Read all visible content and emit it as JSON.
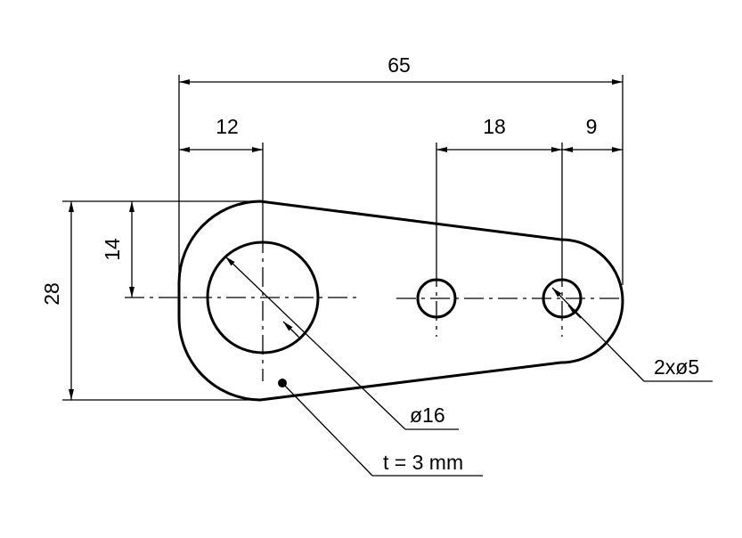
{
  "dimensions": {
    "overall_length": "65",
    "big_hole_offset": "12",
    "hole_spacing": "18",
    "end_offset": "9",
    "overall_height": "28",
    "center_height": "14"
  },
  "callouts": {
    "big_hole": "ø16",
    "small_holes": "2xø5",
    "thickness": "t = 3 mm"
  }
}
